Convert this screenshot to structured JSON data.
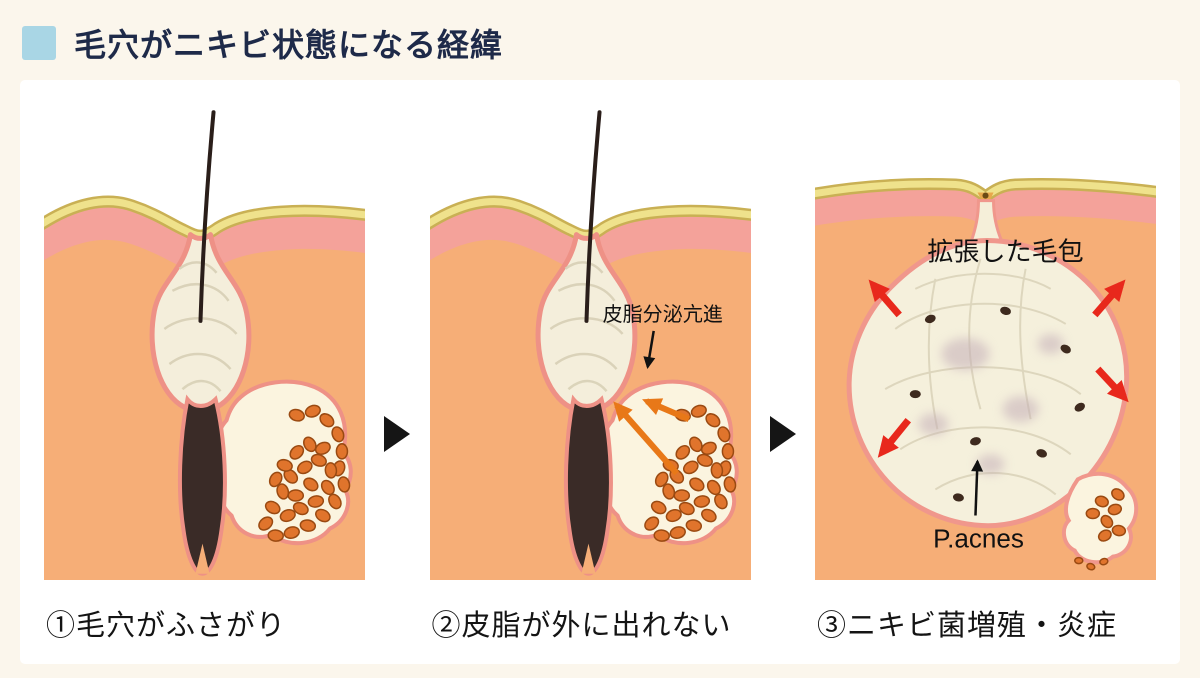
{
  "title": "毛穴がニキビ状態になる経緯",
  "panels": [
    {
      "caption": "①毛穴がふさがり"
    },
    {
      "caption": "②皮脂が外に出れない",
      "annotation": "皮脂分泌亢進"
    },
    {
      "caption": "③ニキビ菌増殖・炎症",
      "annotation_follicle": "拡張した毛包",
      "annotation_bacteria": "P.acnes"
    }
  ],
  "colors": {
    "background": "#FBF6EC",
    "title_text": "#1E2A49",
    "title_bullet": "#A9D6E5",
    "panel_bg": "#FFFFFF",
    "dermis": "#F6AE77",
    "upper_dermis_pink": "#F4A29A",
    "epidermis_yellow": "#EFE28C",
    "follicle_fill": "#F4EEDB",
    "follicle_outline": "#EE9186",
    "hair": "#3A2B27",
    "sebum_cell_orange": "#E0742C",
    "arrow_orange": "#E87818",
    "arrow_red": "#E8281C",
    "step_arrow_black": "#151515"
  }
}
